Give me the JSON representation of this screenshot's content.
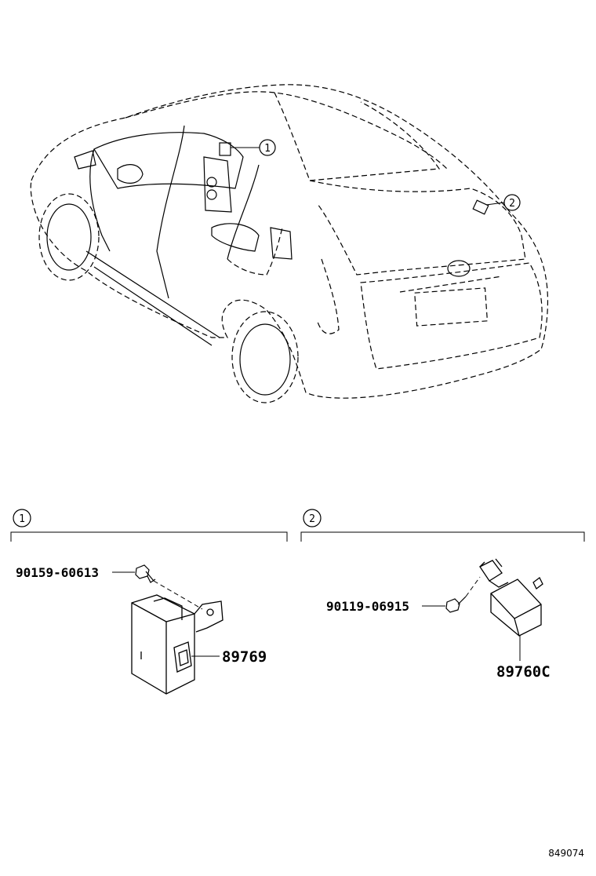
{
  "callouts": {
    "c1": "1",
    "c2": "2"
  },
  "section1": {
    "marker": "1",
    "bolt_part": "90159-60613",
    "module_part": "89769"
  },
  "section2": {
    "marker": "2",
    "bolt_part": "90119-06915",
    "module_part": "89760C"
  },
  "footer": {
    "code": "849074"
  }
}
